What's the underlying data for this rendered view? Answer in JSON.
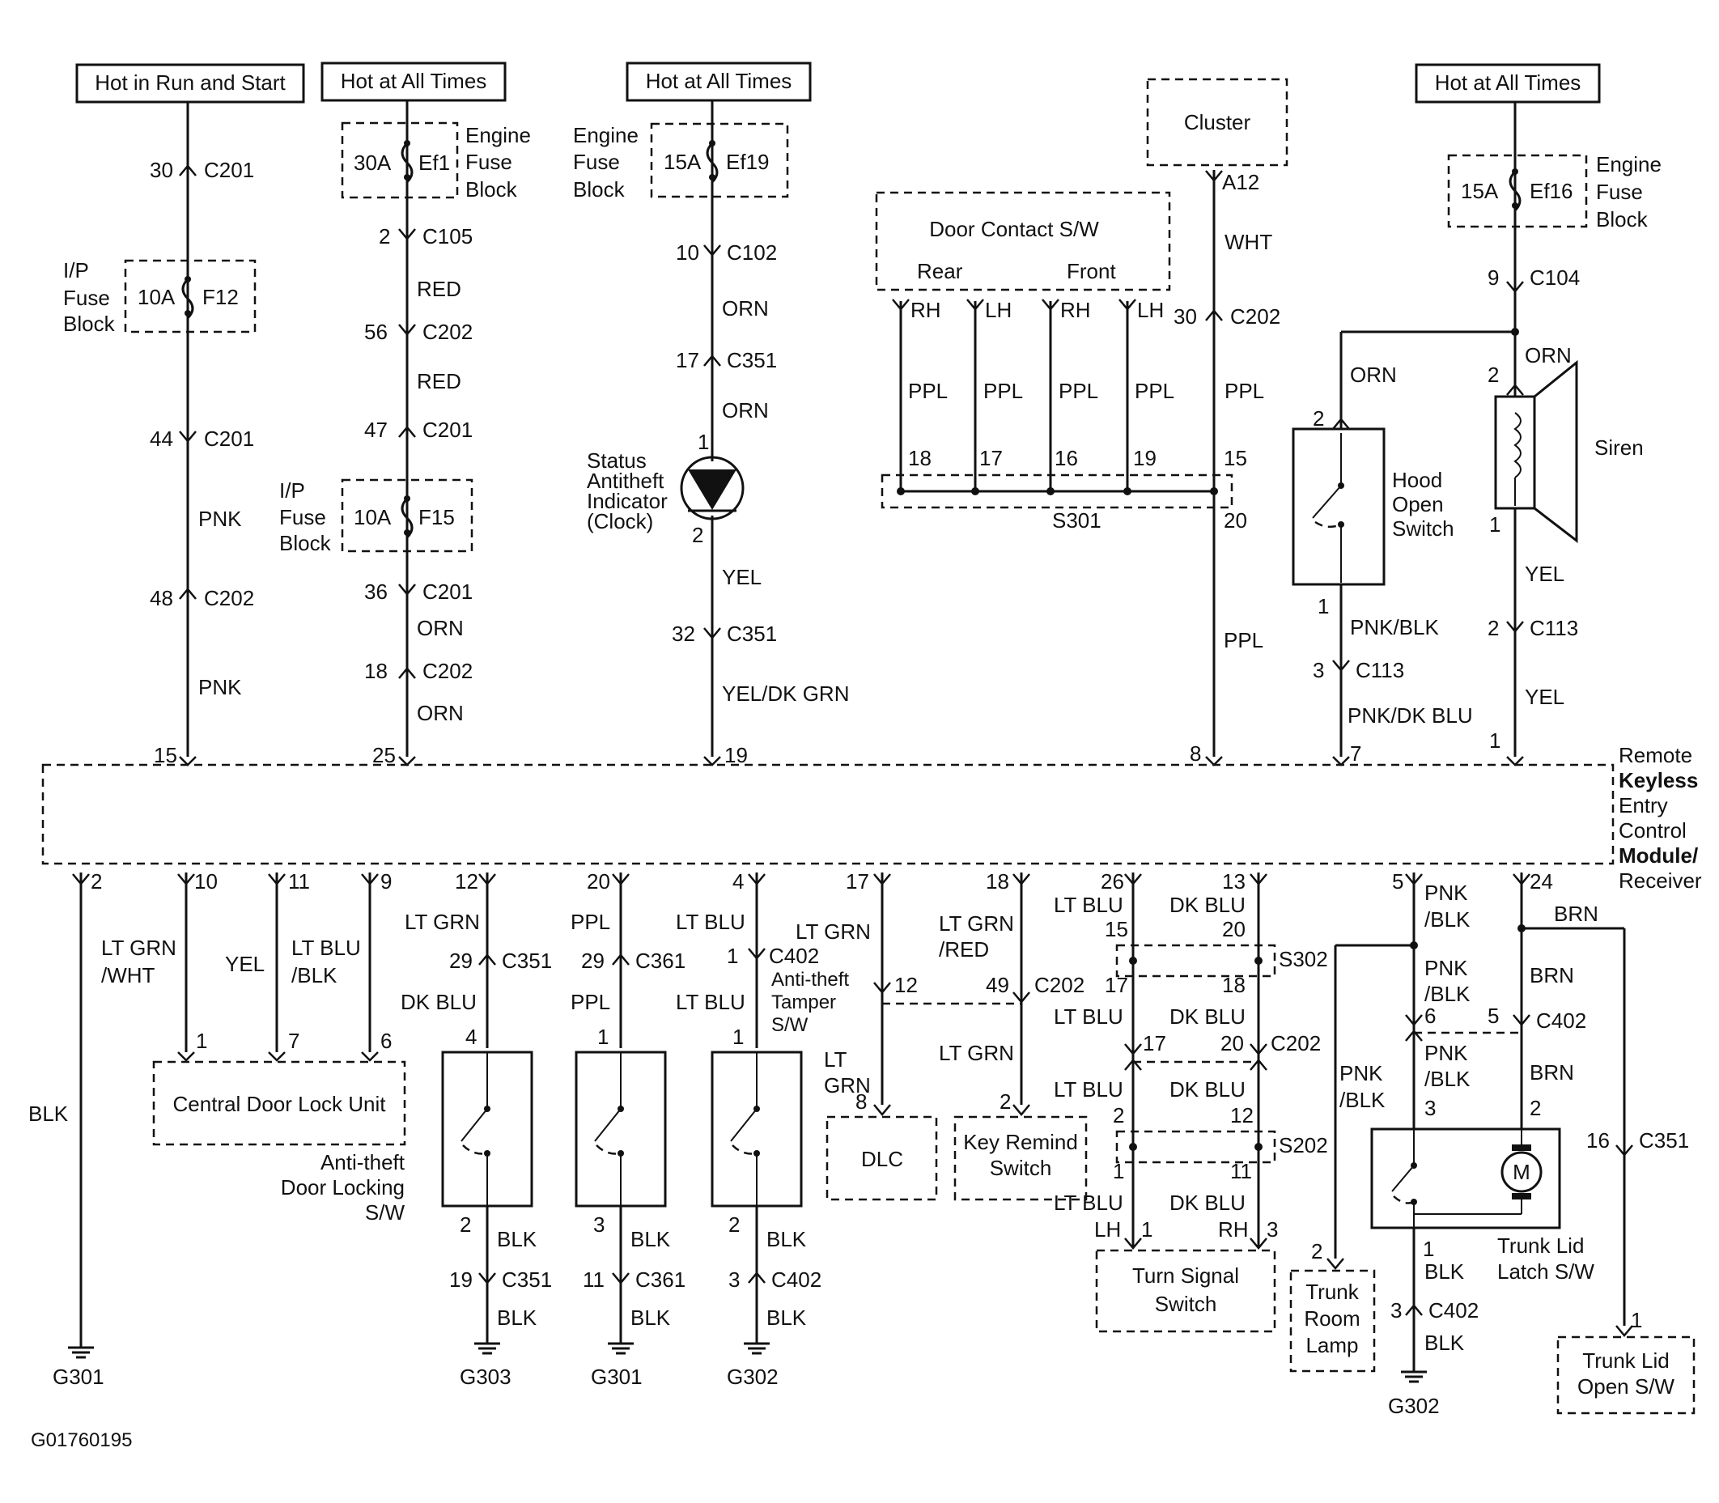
{
  "sources": {
    "hot_run_start": "Hot in Run and Start",
    "hot_all_1": "Hot at All Times",
    "hot_all_2": "Hot at All Times",
    "hot_all_3": "Hot at All Times"
  },
  "fuses": {
    "ip_f12": {
      "label": "I/P Fuse Block",
      "rating": "10A",
      "id": "F12"
    },
    "ef1": {
      "label": "Engine Fuse Block",
      "rating": "30A",
      "id": "Ef1"
    },
    "ip_f15": {
      "label": "I/P Fuse Block",
      "rating": "10A",
      "id": "F15"
    },
    "ef19": {
      "label": "Engine Fuse Block",
      "rating": "15A",
      "id": "Ef19"
    },
    "ef16": {
      "label": "Engine Fuse Block",
      "rating": "15A",
      "id": "Ef16"
    }
  },
  "components": {
    "cluster": "Cluster",
    "door_contact": "Door Contact S/W",
    "rear": "Rear",
    "front": "Front",
    "status_indicator": [
      "Status",
      "Antitheft",
      "Indicator",
      "(Clock)"
    ],
    "hood_switch": [
      "Hood",
      "Open",
      "Switch"
    ],
    "siren": "Siren",
    "rke_module": [
      "Remote",
      "Keyless",
      "Entry",
      "Control",
      "Module/",
      "Receiver"
    ],
    "central_lock": "Central Door Lock Unit",
    "door_lock_sw": [
      "Anti-theft",
      "Door Locking",
      "S/W"
    ],
    "tamper_sw": [
      "Anti-theft",
      "Tamper",
      "S/W"
    ],
    "dlc": "DLC",
    "key_remind": [
      "Key Remind",
      "Switch"
    ],
    "turn_signal": [
      "Turn Signal",
      "Switch"
    ],
    "trunk_room_lamp": [
      "Trunk",
      "Room",
      "Lamp"
    ],
    "trunk_latch": [
      "Trunk Lid",
      "Latch S/W"
    ],
    "trunk_open_sw": [
      "Trunk Lid",
      "Open S/W"
    ],
    "motor": "M",
    "splice_s301": "S301",
    "splice_s302": "S302",
    "splice_s202": "S202"
  },
  "grounds": [
    "G301",
    "G303",
    "G301",
    "G302",
    "G302"
  ],
  "figure_id": "G01760195"
}
